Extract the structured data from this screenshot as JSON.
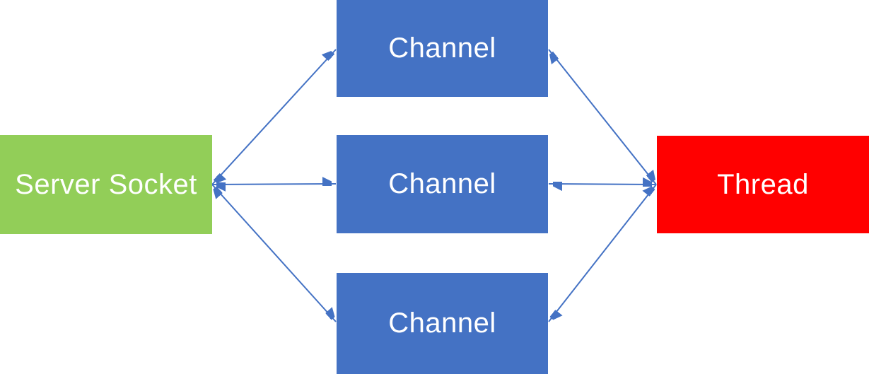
{
  "diagram": {
    "description": "Server Socket connected to three Channels, each Channel connected to a Thread, all with double-headed arrows",
    "background_color": "#ffffff",
    "arrow_color": "#4472C4",
    "nodes": {
      "server_socket": {
        "label": "Server Socket",
        "fill": "#92CE58",
        "text_color": "#ffffff"
      },
      "channel_top": {
        "label": "Channel",
        "fill": "#4472C4",
        "text_color": "#ffffff"
      },
      "channel_middle": {
        "label": "Channel",
        "fill": "#4472C4",
        "text_color": "#ffffff"
      },
      "channel_bottom": {
        "label": "Channel",
        "fill": "#4472C4",
        "text_color": "#ffffff"
      },
      "thread": {
        "label": "Thread",
        "fill": "#FF0000",
        "text_color": "#ffffff"
      }
    },
    "connectors": [
      {
        "from": "server_socket",
        "to": "channel_top",
        "type": "double-arrow"
      },
      {
        "from": "server_socket",
        "to": "channel_middle",
        "type": "double-arrow"
      },
      {
        "from": "server_socket",
        "to": "channel_bottom",
        "type": "double-arrow"
      },
      {
        "from": "thread",
        "to": "channel_top",
        "type": "double-arrow"
      },
      {
        "from": "thread",
        "to": "channel_middle",
        "type": "double-arrow"
      },
      {
        "from": "thread",
        "to": "channel_bottom",
        "type": "double-arrow"
      }
    ]
  }
}
